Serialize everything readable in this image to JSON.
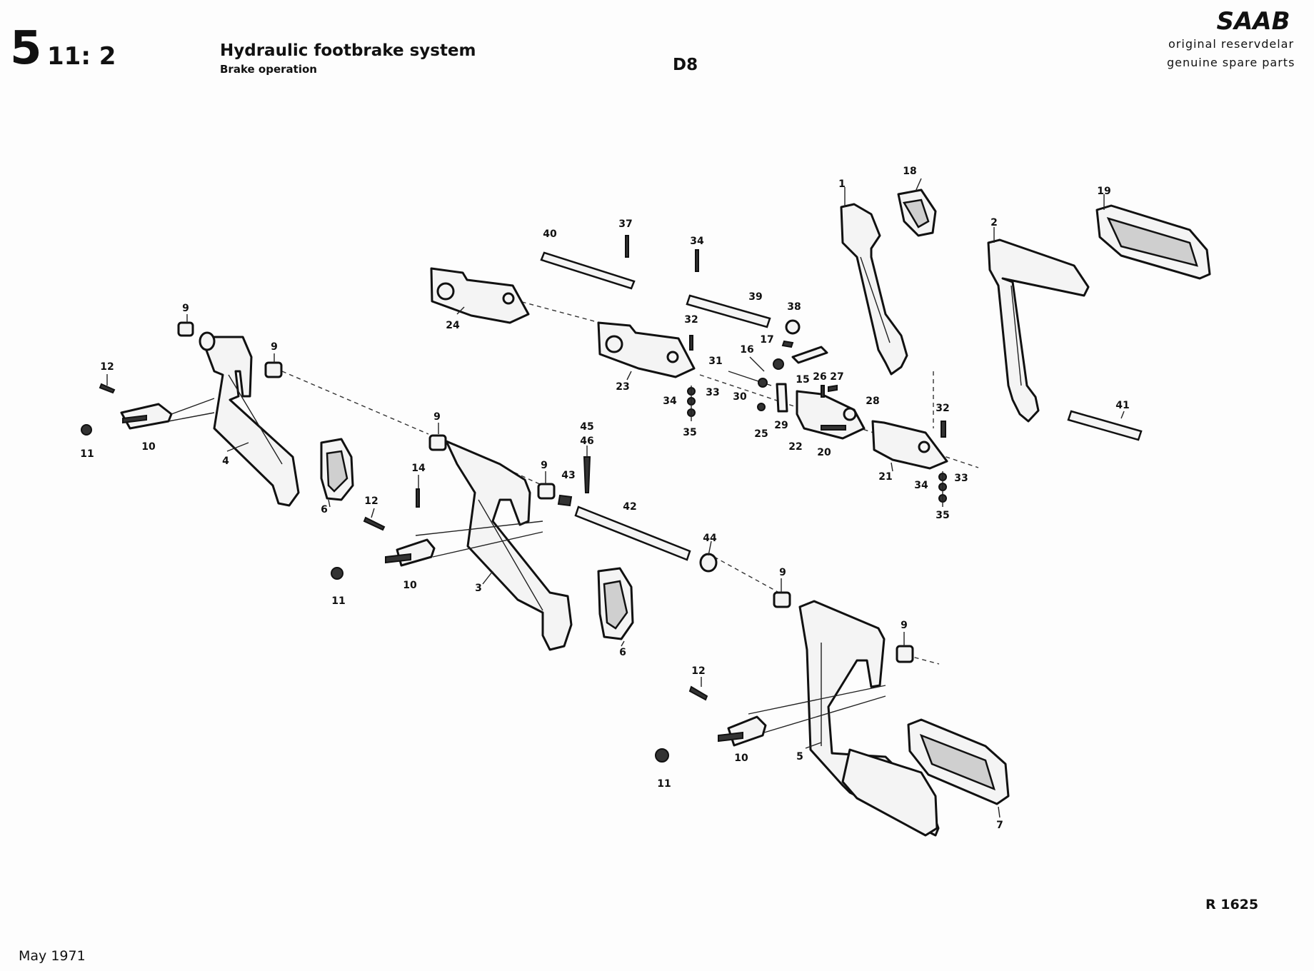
{
  "header": {
    "section_major": "5",
    "section_minor": "11: 2",
    "title": "Hydraulic footbrake system",
    "subtitle": "Brake operation",
    "model_code": "D8",
    "brand_logo_text": "SAAB",
    "brand_line1": "original reservdelar",
    "brand_line2": "genuine spare parts"
  },
  "footer": {
    "drawing_ref": "R 1625",
    "date": "May 1971"
  },
  "callouts": {
    "c1": "1",
    "c2": "2",
    "c3": "3",
    "c4": "4",
    "c5": "5",
    "c6a": "6",
    "c6b": "6",
    "c7": "7",
    "c9a": "9",
    "c9b": "9",
    "c9c": "9",
    "c9d": "9",
    "c9e": "9",
    "c9f": "9",
    "c10a": "10",
    "c10b": "10",
    "c10c": "10",
    "c11a": "11",
    "c11b": "11",
    "c11c": "11",
    "c12a": "12",
    "c12b": "12",
    "c12c": "12",
    "c14": "14",
    "c15": "15",
    "c16": "16",
    "c17": "17",
    "c18": "18",
    "c19": "19",
    "c20": "20",
    "c21": "21",
    "c22": "22",
    "c23": "23",
    "c24": "24",
    "c25": "25",
    "c26": "26",
    "c27": "27",
    "c28": "28",
    "c29": "29",
    "c30": "30",
    "c31": "31",
    "c32a": "32",
    "c32b": "32",
    "c33a": "33",
    "c33b": "33",
    "c34a": "34",
    "c34b": "34",
    "c34c": "34",
    "c35a": "35",
    "c35b": "35",
    "c37": "37",
    "c38": "38",
    "c39": "39",
    "c40": "40",
    "c41": "41",
    "c42": "42",
    "c43": "43",
    "c44": "44",
    "c45": "45",
    "c46": "46"
  }
}
